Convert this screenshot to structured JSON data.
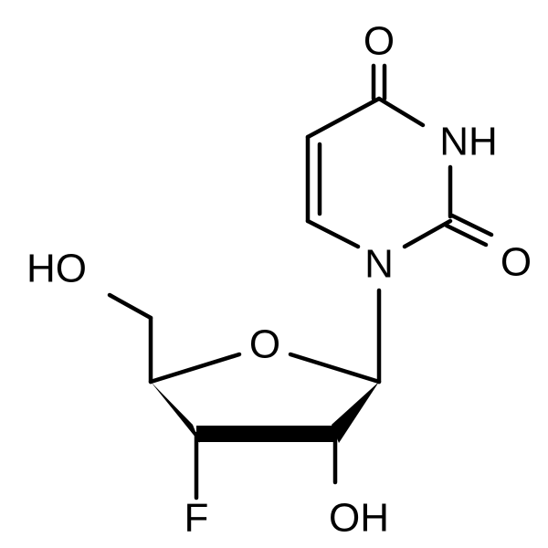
{
  "molecule": {
    "atom_labels": {
      "carbonyl_o_top": "O",
      "nh": "NH",
      "carbonyl_o_right": "O",
      "ring_n": "N",
      "hydroxymethyl_oh": "HO",
      "ring_o": "O",
      "fluoro": "F",
      "hydroxyl_oh": "OH"
    }
  }
}
